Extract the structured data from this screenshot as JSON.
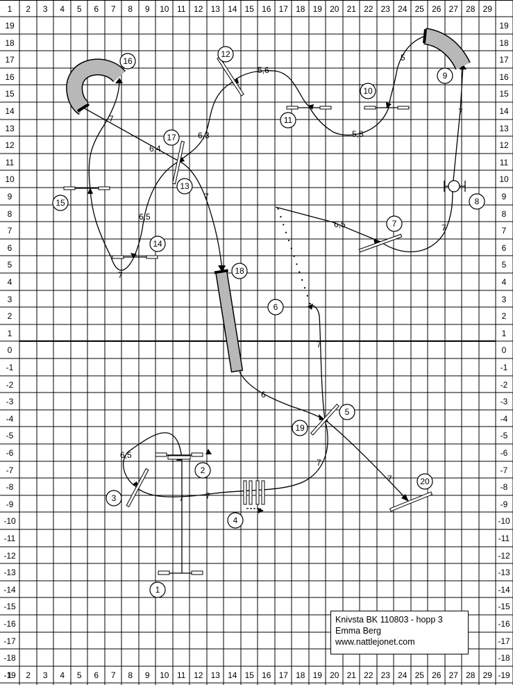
{
  "grid": {
    "columns": [
      "1",
      "2",
      "3",
      "4",
      "5",
      "6",
      "7",
      "8",
      "9",
      "10",
      "11",
      "12",
      "13",
      "14",
      "15",
      "16",
      "17",
      "18",
      "19",
      "20",
      "21",
      "22",
      "23",
      "24",
      "25",
      "26",
      "27",
      "28",
      "29"
    ],
    "rows": [
      "19",
      "18",
      "17",
      "16",
      "15",
      "14",
      "13",
      "12",
      "11",
      "10",
      "9",
      "8",
      "7",
      "6",
      "5",
      "4",
      "3",
      "2",
      "1",
      "0",
      "-1",
      "-2",
      "-3",
      "-4",
      "-5",
      "-6",
      "-7",
      "-8",
      "-9",
      "-10",
      "-11",
      "-12",
      "-13",
      "-14",
      "-15",
      "-16",
      "-17",
      "-18",
      "-19"
    ]
  },
  "obstacles": [
    "1",
    "2",
    "3",
    "4",
    "5",
    "6",
    "7",
    "8",
    "9",
    "10",
    "11",
    "12",
    "13",
    "14",
    "15",
    "16",
    "17",
    "18",
    "19",
    "20"
  ],
  "distances": [
    "5,6",
    "5",
    "5,8",
    "6,3",
    "6,4",
    "7",
    "6,5",
    "7",
    "6,5",
    "7",
    "6",
    "7",
    "7",
    "7",
    "7",
    "7",
    "7",
    "7",
    "6,5",
    "7"
  ],
  "info": {
    "line1": "Knivsta BK 110803 - hopp 3",
    "line2": "Emma Berg",
    "line3": "www.nattlejonet.com"
  },
  "colors": {
    "tunnel": "#b8b8b8",
    "line": "#000000",
    "grid": "#000000"
  }
}
